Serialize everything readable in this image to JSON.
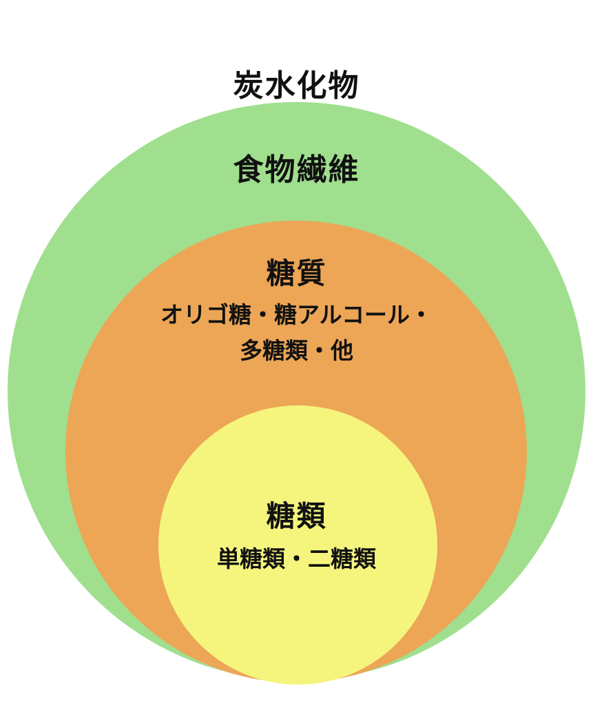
{
  "title": "炭水化物",
  "colors": {
    "outer": "#a0df8e",
    "middle": "#eca656",
    "inner": "#f5f57e"
  },
  "outer_circle": {
    "label": "食物繊維"
  },
  "middle_circle": {
    "label": "糖質",
    "sub_line1": "オリゴ糖・糖アルコール・",
    "sub_line2": "多糖類・他"
  },
  "inner_circle": {
    "label": "糖類",
    "sub_line": "単糖類・二糖類"
  }
}
